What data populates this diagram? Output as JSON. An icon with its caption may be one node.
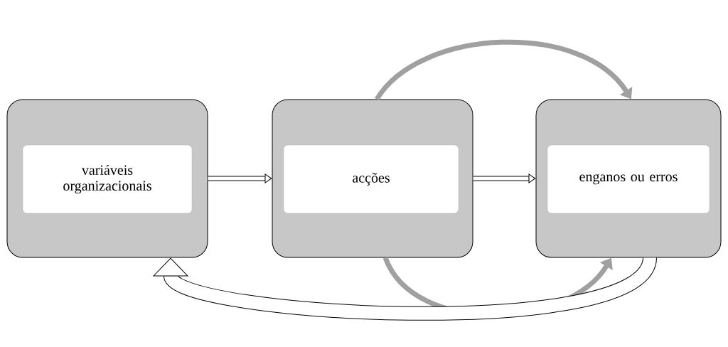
{
  "diagram": {
    "nodes": [
      {
        "text": [],
        "shape": "box"
      },
      {
        "text": [
          "variáveis organizacionais"
        ],
        "in": 0
      },
      {
        "text": [],
        "shape": "box"
      },
      {
        "text": [
          "acções"
        ],
        "in": 2
      },
      {
        "text": [],
        "shape": "box"
      },
      {
        "text": [
          "enganos ou erros"
        ],
        "in": 4
      }
    ],
    "edges": [
      {
        "from": 0,
        "to": 2,
        "arrow": "to"
      },
      {
        "from": 2,
        "to": 4,
        "arrow": "to"
      },
      {
        "from": 2,
        "to": 4,
        "arrow": "to",
        "color": "#a0a0a0"
      },
      {
        "from": 2,
        "to": 4,
        "arrow": "to",
        "color": "#a0a0a0"
      },
      {
        "from": 4,
        "to": 0,
        "arrow": "to",
        "style": "thick"
      }
    ]
  }
}
